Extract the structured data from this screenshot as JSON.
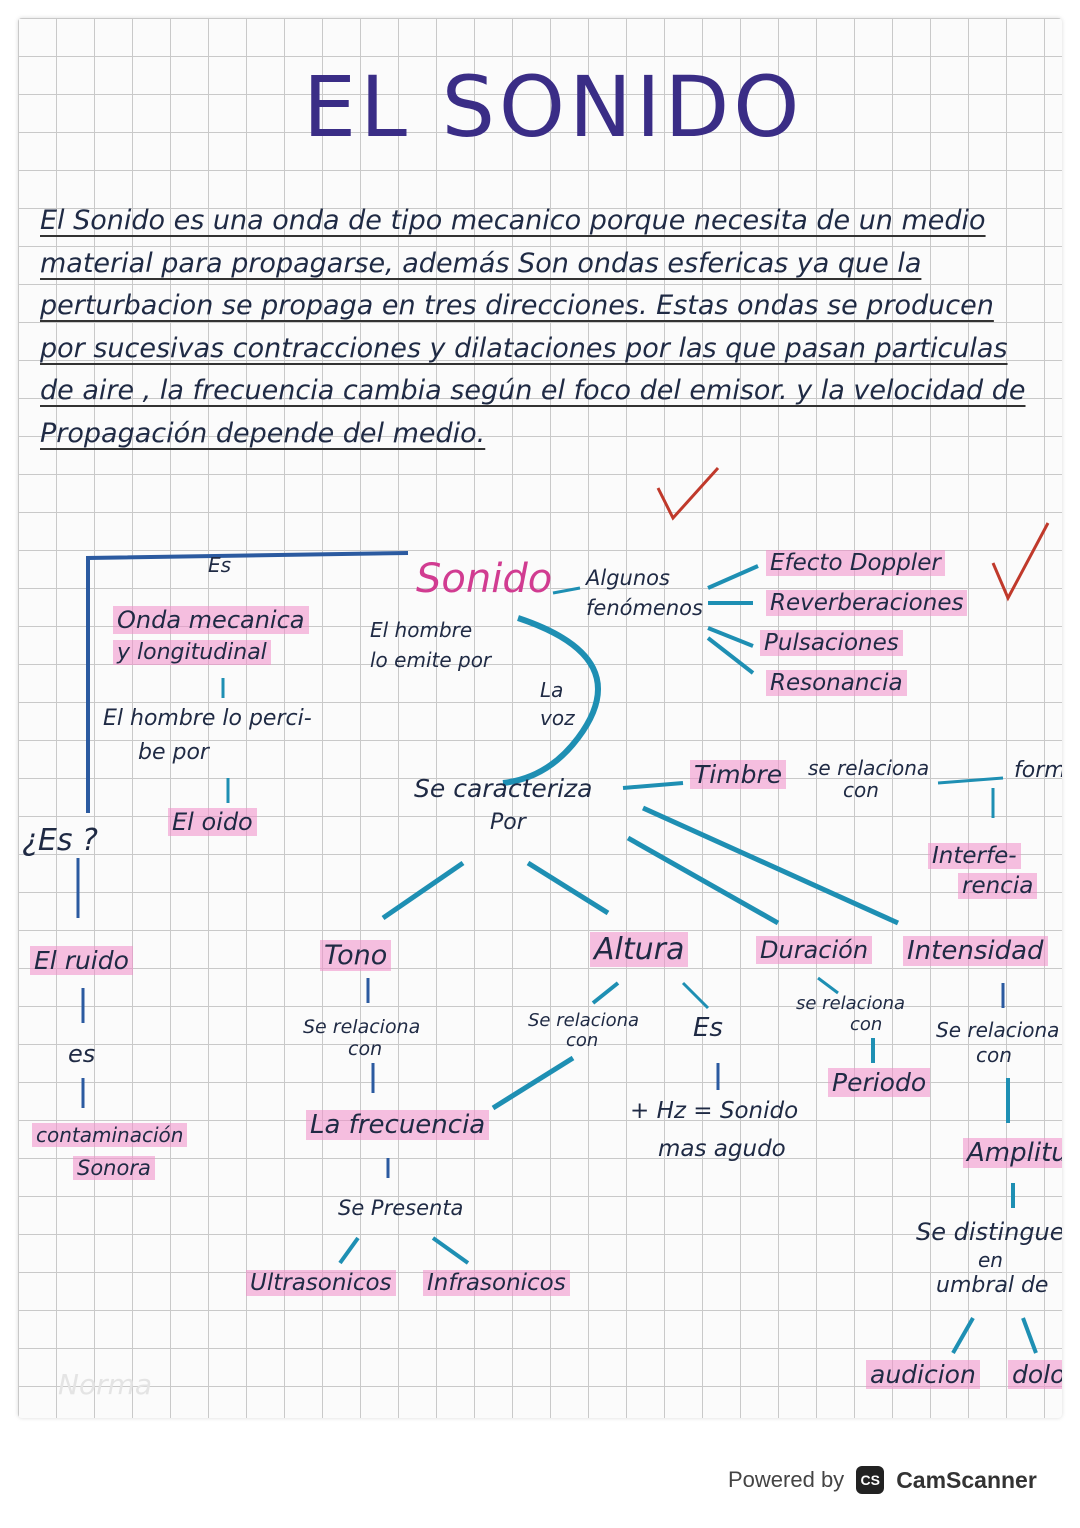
{
  "title": "EL SONIDO",
  "paragraph": "El Sonido es una onda de tipo mecanico porque necesita de un medio material para propagarse, además Son ondas esfericas ya que la perturbacion se propaga en tres direcciones. Estas ondas se producen por sucesivas contracciones y dilataciones por las que pasan particulas de aire , la frecuencia cambia según el foco del emisor. y la velocidad de Propagación depende del medio.",
  "map": {
    "sonido": "Sonido",
    "es_top": "Es",
    "onda_line1": "Onda mecanica",
    "onda_line2": "y longitudinal",
    "hombre_emite_1": "El hombre",
    "hombre_emite_2": "lo emite por",
    "la_voz_1": "La",
    "la_voz_2": "voz",
    "percibe_1": "El hombre lo perci-",
    "percibe_2": "be   por",
    "el_oido": "El oido",
    "es_question": "¿Es ?",
    "algunos_1": "Algunos",
    "algunos_2": "fenómenos",
    "phenomena": [
      "Efecto Doppler",
      "Reverberaciones",
      "Pulsaciones",
      "Resonancia"
    ],
    "se_caracteriza_1": "Se caracteriza",
    "se_caracteriza_2": "Por",
    "timbre": "Timbre",
    "se_relaciona_con_1": "se relaciona",
    "se_relaciona_con_2": "con",
    "forma": "forma",
    "interferencia_1": "Interfe-",
    "interferencia_2": "rencia",
    "el_ruido": "El ruido",
    "es_small": "es",
    "contaminacion_1": "contaminación",
    "contaminacion_2": "Sonora",
    "tono": "Tono",
    "tono_rel_1": "Se relaciona",
    "tono_rel_2": "con",
    "la_frecuencia": "La frecuencia",
    "se_presenta": "Se Presenta",
    "ultrasonicos": "Ultrasonicos",
    "infrasonicos": "Infrasonicos",
    "altura": "Altura",
    "altura_rel_1": "Se relaciona",
    "altura_rel_2": "con",
    "altura_es": "Es",
    "hz_1": "+ Hz = Sonido",
    "hz_2": "mas agudo",
    "duracion": "Duración",
    "dur_rel_1": "se relaciona",
    "dur_rel_2": "con",
    "periodo": "Periodo",
    "intensidad": "Intensidad",
    "int_rel_1": "Se relaciona",
    "int_rel_2": "con",
    "amplitud": "Amplitud",
    "distingue_1": "Se distingue",
    "distingue_2": "en",
    "distingue_3": "umbral de",
    "audicion": "audicion",
    "dolor": "dolor"
  },
  "watermark": "Norma",
  "footer": {
    "powered_by": "Powered by",
    "logo": "CS",
    "brand": "CamScanner"
  },
  "colors": {
    "ink": "#1f2a44",
    "title": "#3a2d86",
    "highlight": "#f08cc8",
    "arrow": "#1e8fb3",
    "sonido": "#d13c91"
  }
}
